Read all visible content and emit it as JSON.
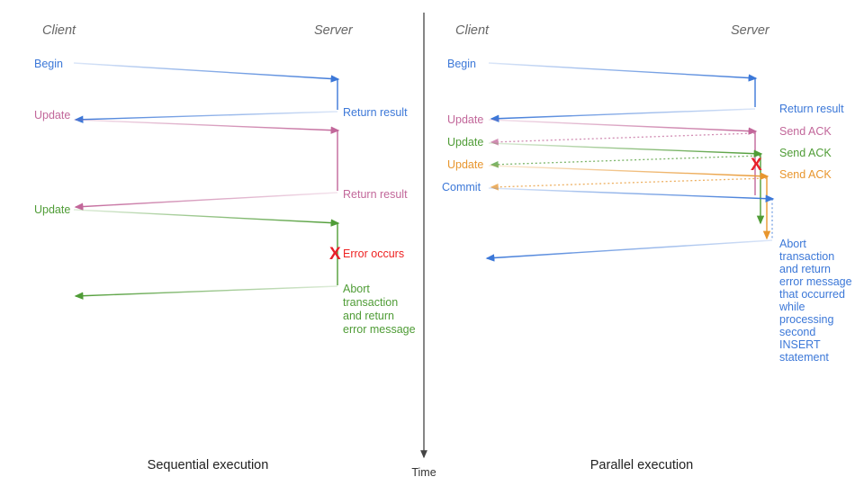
{
  "colors": {
    "blue": "#3c78d8",
    "pink": "#c2679a",
    "green": "#4f9c36",
    "orange": "#e8962e",
    "red": "#e8202a",
    "header_gray": "#666666",
    "time_axis": "#444444"
  },
  "time_axis": {
    "label": "Time"
  },
  "left_diagram": {
    "caption": "Sequential execution",
    "headers": {
      "client": "Client",
      "server": "Server"
    },
    "client_labels": [
      {
        "text": "Begin",
        "color": "#3c78d8"
      },
      {
        "text": "Update",
        "color": "#c2679a"
      },
      {
        "text": "Update",
        "color": "#4f9c36"
      }
    ],
    "server_labels": [
      {
        "text": "Return result",
        "color": "#3c78d8"
      },
      {
        "text": "Return result",
        "color": "#c2679a"
      }
    ],
    "error": {
      "marker": "X",
      "label": "Error occurs"
    },
    "abort_block": {
      "color": "#4f9c36",
      "lines": [
        "Abort",
        "transaction",
        "and return",
        "error message"
      ]
    }
  },
  "right_diagram": {
    "caption": "Parallel execution",
    "headers": {
      "client": "Client",
      "server": "Server"
    },
    "client_labels": [
      {
        "text": "Begin",
        "color": "#3c78d8"
      },
      {
        "text": "Update",
        "color": "#c2679a"
      },
      {
        "text": "Update",
        "color": "#4f9c36"
      },
      {
        "text": "Update",
        "color": "#e8962e"
      },
      {
        "text": "Commit",
        "color": "#3c78d8"
      }
    ],
    "server_labels": [
      {
        "text": "Return result",
        "color": "#3c78d8"
      },
      {
        "text": "Send ACK",
        "color": "#c2679a"
      },
      {
        "text": "Send ACK",
        "color": "#4f9c36"
      },
      {
        "text": "Send ACK",
        "color": "#e8962e"
      }
    ],
    "error": {
      "marker": "X"
    },
    "abort_block": {
      "color": "#3c78d8",
      "lines": [
        "Abort",
        "transaction",
        "and return",
        "error message",
        "that occurred",
        "while",
        "processing",
        "second",
        "INSERT",
        "statement"
      ]
    }
  }
}
